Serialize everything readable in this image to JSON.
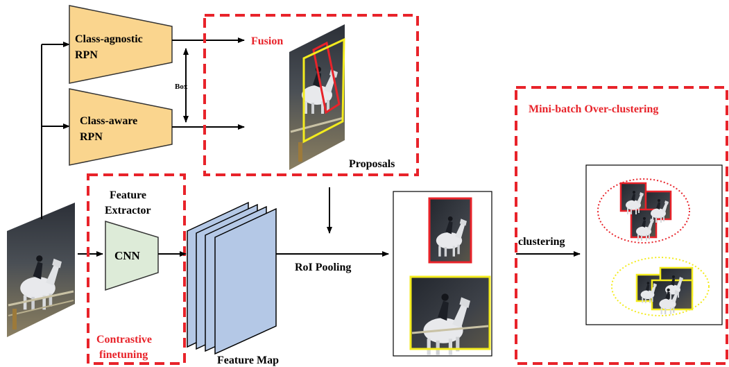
{
  "labels": {
    "class_agnostic_rpn_line1": "Class-agnostic",
    "class_agnostic_rpn_line2": "RPN",
    "class_aware_rpn_line1": "Class-aware",
    "class_aware_rpn_line2": "RPN",
    "box": "Box",
    "fusion": "Fusion",
    "proposals": "Proposals",
    "feature_extractor_line1": "Feature",
    "feature_extractor_line2": "Extractor",
    "cnn": "CNN",
    "contrastive_line1": "Contrastive",
    "contrastive_line2": "finetuning",
    "feature_map": "Feature Map",
    "roi_pooling": "RoI Pooling",
    "clustering": "clustering",
    "mini_batch": "Mini-batch Over-clustering"
  },
  "colors": {
    "rpn_fill": "#FAD58E",
    "cnn_fill": "#DDEBD8",
    "feature_map_fill": "#B4C8E6",
    "accent_red": "#E8232A",
    "highlight_yellow": "#F3EB1E",
    "arrow": "#000000"
  },
  "icons": {
    "input_image": "horse-rider-photo-icon",
    "proposal_image": "horse-rider-proposals-photo-icon",
    "roi_crop_red": "horse-rider-crop-icon",
    "roi_crop_yellow": "horse-rider-crop-icon"
  }
}
